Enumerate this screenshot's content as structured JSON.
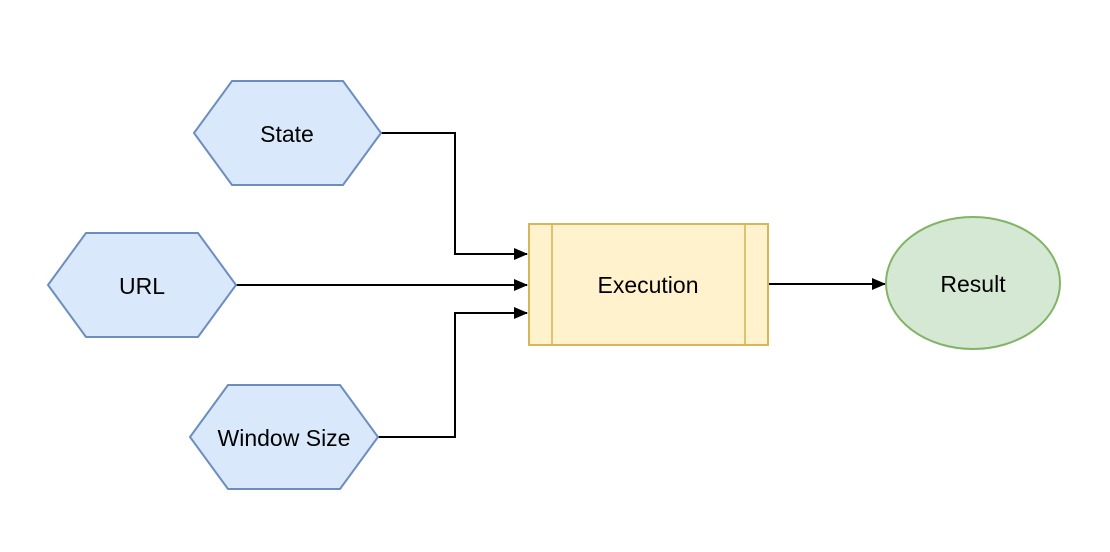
{
  "diagram": {
    "background": "#ffffff",
    "edge_color": "#000000",
    "text_color": "#000000",
    "nodes": {
      "state": {
        "label": "State",
        "shape": "hexagon",
        "fill": "#dae8fc",
        "stroke": "#6c8ebf"
      },
      "url": {
        "label": "URL",
        "shape": "hexagon",
        "fill": "#dae8fc",
        "stroke": "#6c8ebf"
      },
      "window_size": {
        "label": "Window Size",
        "shape": "hexagon",
        "fill": "#dae8fc",
        "stroke": "#6c8ebf"
      },
      "execution": {
        "label": "Execution",
        "shape": "process",
        "fill": "#fff2cc",
        "stroke": "#d6b656"
      },
      "result": {
        "label": "Result",
        "shape": "ellipse",
        "fill": "#d5e8d4",
        "stroke": "#82b366"
      }
    },
    "edges": [
      {
        "from": "state",
        "to": "execution",
        "style": "orthogonal-arrow"
      },
      {
        "from": "url",
        "to": "execution",
        "style": "straight-arrow"
      },
      {
        "from": "window_size",
        "to": "execution",
        "style": "orthogonal-arrow"
      },
      {
        "from": "execution",
        "to": "result",
        "style": "straight-arrow"
      }
    ]
  }
}
